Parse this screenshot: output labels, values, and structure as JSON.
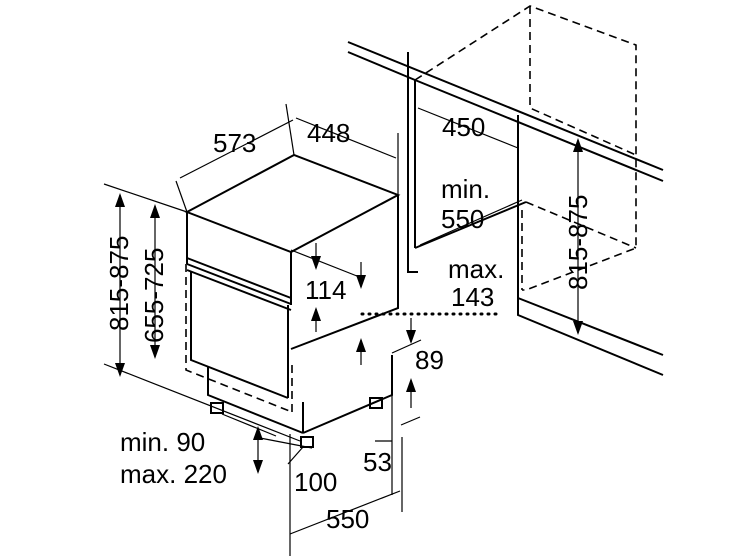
{
  "dimensions": {
    "depth_573": "573",
    "width_448": "448",
    "niche_width_450": "450",
    "min_label": "min.",
    "min_niche_depth": "550",
    "max_label": "max.",
    "max_143": "143",
    "niche_height_right": "815-875",
    "height_left": "815-875",
    "height_inner": "655-725",
    "panel_114": "114",
    "plinth_89": "89",
    "plinth_53": "53",
    "plinth_100": "100",
    "depth_550": "550",
    "min_90": "min. 90",
    "max_220": "max. 220"
  }
}
